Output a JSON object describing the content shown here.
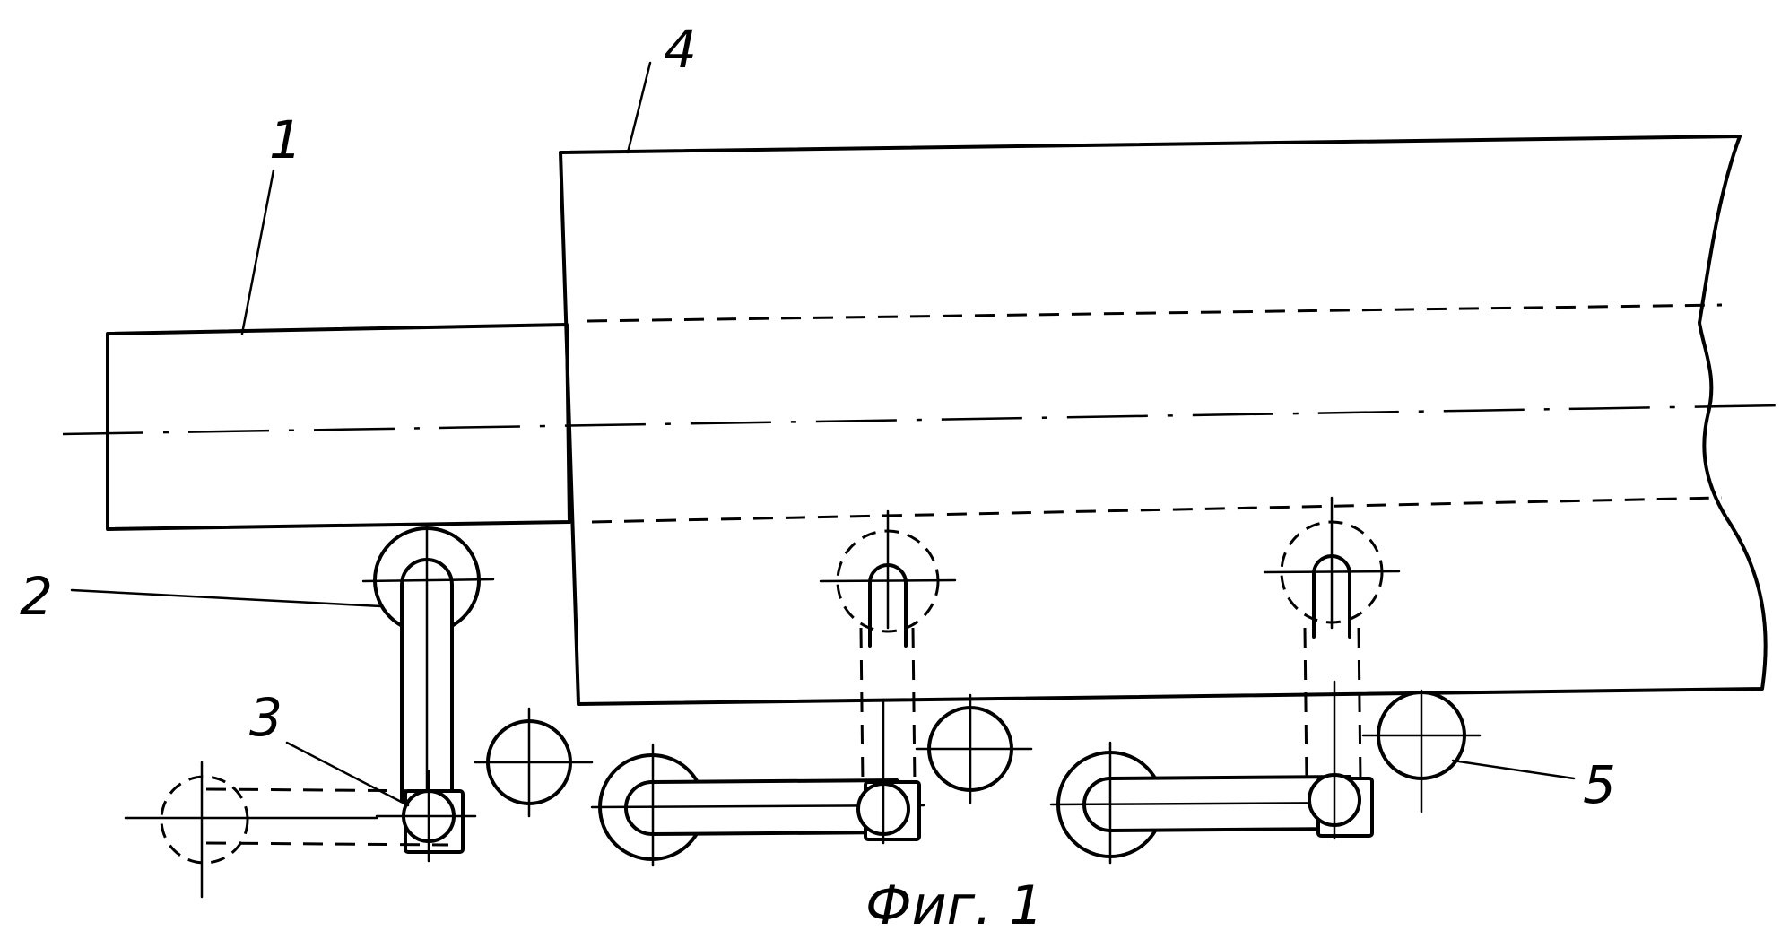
{
  "figure": {
    "labels": {
      "shaft": "1",
      "eccentric": "2",
      "pin": "3",
      "housing": "4",
      "roller": "5"
    },
    "caption": "Фиг. 1"
  }
}
